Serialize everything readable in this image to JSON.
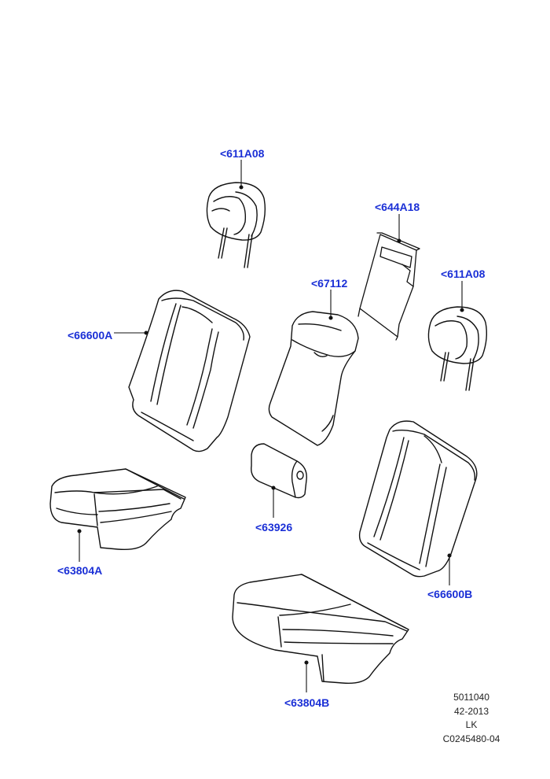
{
  "colors": {
    "callout": "#1a2fd6",
    "line": "#111111",
    "seam": "#555555"
  },
  "callouts": [
    {
      "id": "headrest-left",
      "text": "<611A08"
    },
    {
      "id": "panel",
      "text": "<644A18"
    },
    {
      "id": "headrest-right",
      "text": "<611A08"
    },
    {
      "id": "backrest-center",
      "text": "<67112"
    },
    {
      "id": "backrest-left",
      "text": "<66600A"
    },
    {
      "id": "armrest",
      "text": "<63926"
    },
    {
      "id": "cushion-left",
      "text": "<63804A"
    },
    {
      "id": "backrest-right",
      "text": "<66600B"
    },
    {
      "id": "cushion-right",
      "text": "<63804B"
    }
  ],
  "reference": [
    "5011040",
    "42-2013",
    "LK",
    "C0245480-04"
  ]
}
